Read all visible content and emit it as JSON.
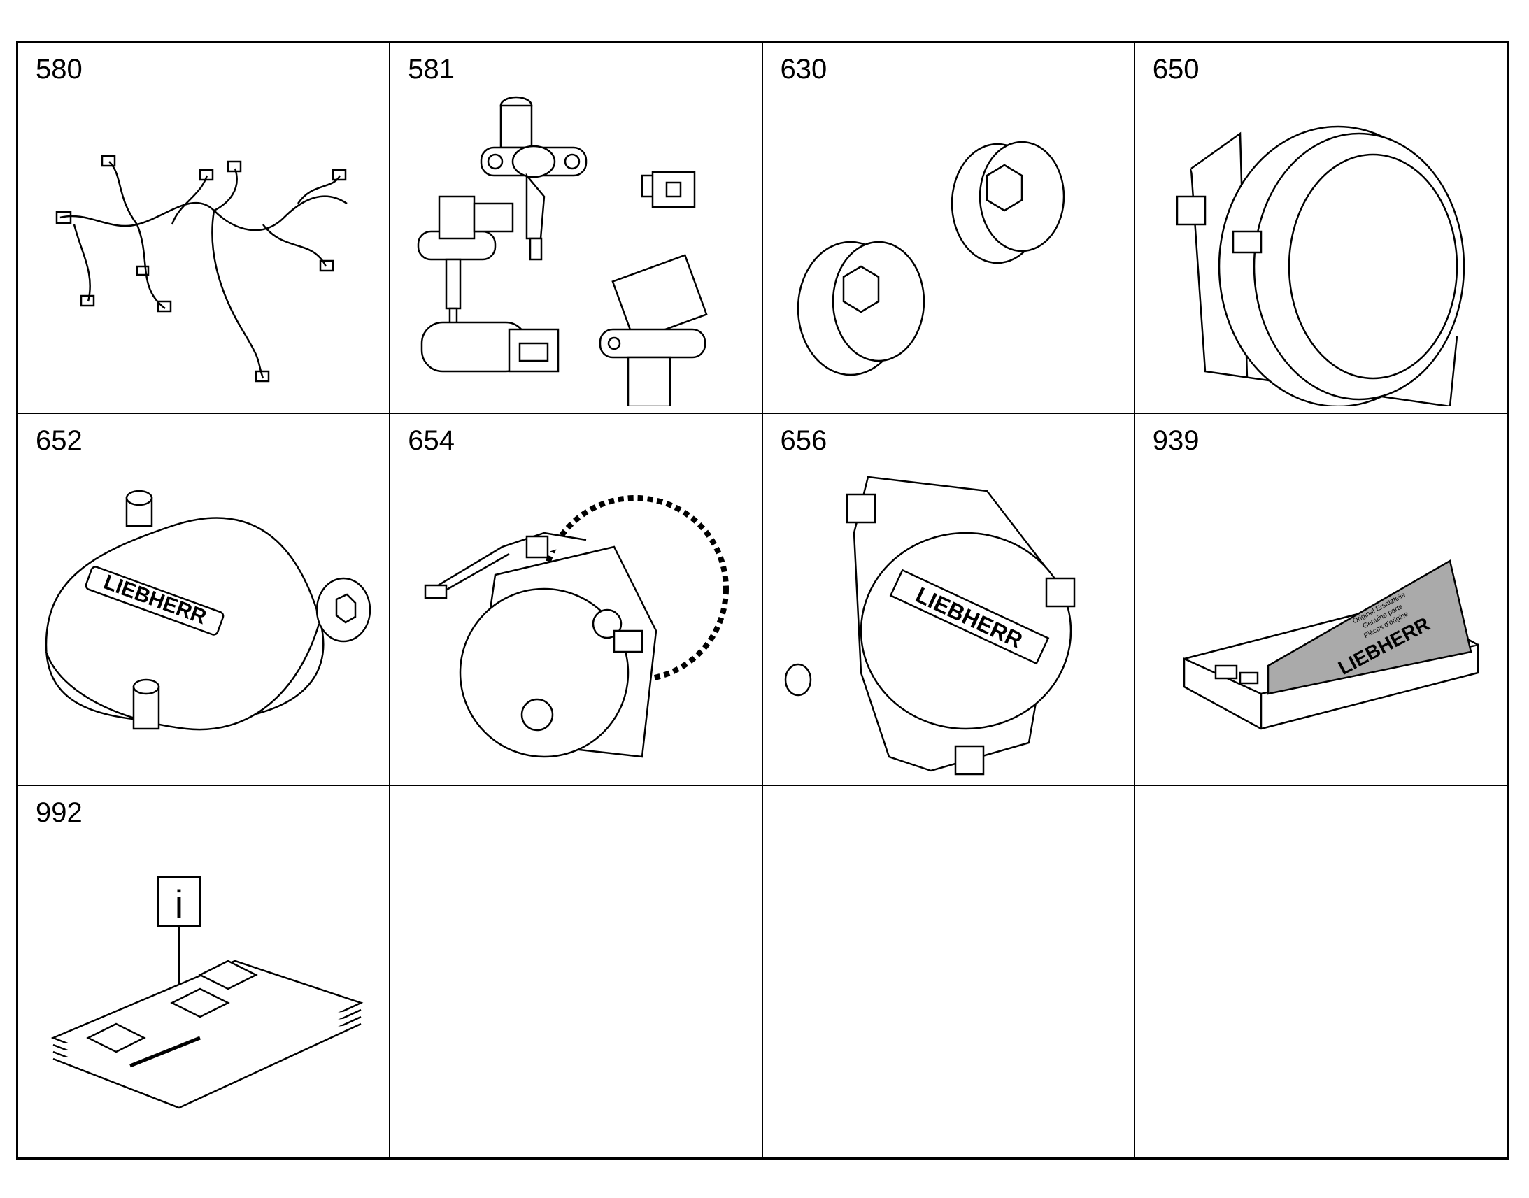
{
  "cells": [
    {
      "number": "580",
      "icon": "wire-harness-icon"
    },
    {
      "number": "581",
      "icon": "sensor-set-icon"
    },
    {
      "number": "630",
      "icon": "screw-plug-pair-icon"
    },
    {
      "number": "650",
      "icon": "flywheel-housing-icon"
    },
    {
      "number": "652",
      "icon": "cover-plate-icon",
      "brand": "LIEBHERR"
    },
    {
      "number": "654",
      "icon": "gear-pump-icon"
    },
    {
      "number": "656",
      "icon": "flange-cover-icon",
      "brand": "LIEBHERR"
    },
    {
      "number": "939",
      "icon": "parts-box-icon",
      "brand": "LIEBHERR",
      "card_lines": [
        "Original Ersatzteile",
        "Genuine parts",
        "Pièces d'origine"
      ]
    },
    {
      "number": "992",
      "icon": "documentation-icon",
      "badge": "i"
    },
    {
      "number": ""
    },
    {
      "number": ""
    },
    {
      "number": ""
    }
  ]
}
